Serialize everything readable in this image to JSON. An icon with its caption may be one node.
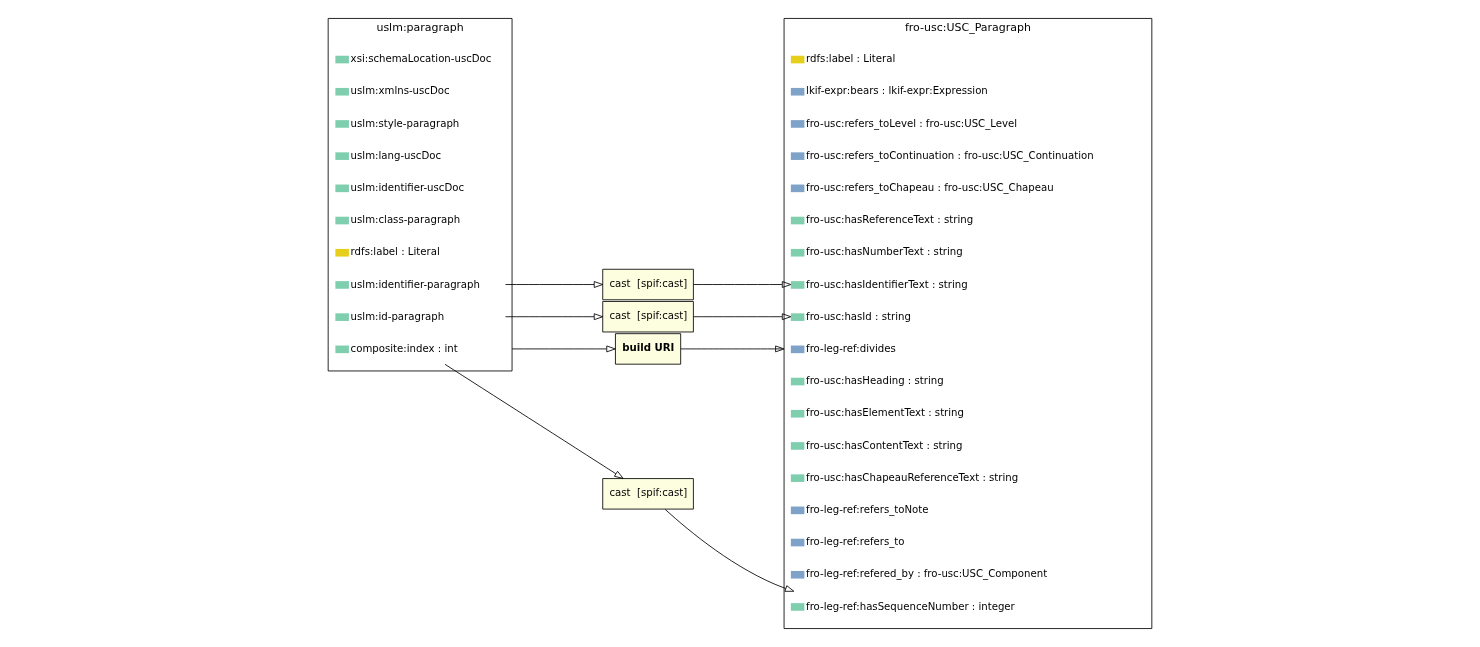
{
  "diagram": {
    "nodes": [
      {
        "text": [
          "uslm:paragraph"
        ]
      },
      {
        "text": [
          "composite:index : int"
        ],
        "in": 0
      },
      {
        "text": [
          "uslm:id-paragraph"
        ],
        "in": 0
      },
      {
        "text": [
          "uslm:identifier-paragraph"
        ],
        "in": 0
      },
      {
        "text": [
          "rdfs:label : Literal"
        ],
        "in": 0
      },
      {
        "text": [
          "uslm:class-paragraph"
        ],
        "in": 0
      },
      {
        "text": [
          "uslm:identifier-uscDoc"
        ],
        "in": 0
      },
      {
        "text": [
          "uslm:lang-uscDoc"
        ],
        "in": 0
      },
      {
        "text": [
          "uslm:style-paragraph"
        ],
        "in": 0
      },
      {
        "text": [
          "uslm:xmlns-uscDoc"
        ],
        "in": 0
      },
      {
        "text": [
          "xsi:schemaLocation-uscDoc"
        ],
        "in": 0
      },
      {
        "text": [
          "build URI"
        ]
      },
      {
        "text": [
          "cast  [spif:cast]"
        ]
      },
      {
        "text": [
          "cast  [spif:cast]"
        ]
      },
      {
        "text": [
          "cast  [spif:cast]"
        ]
      },
      {
        "text": [
          "fro-usc:USC_Paragraph"
        ]
      },
      {
        "text": [
          "fro-leg-ref:divides"
        ],
        "in": 15
      },
      {
        "text": [
          "fro-leg-ref:hasSequenceNumber : integer"
        ],
        "in": 15
      },
      {
        "text": [
          "fro-leg-ref:refered_by : fro-usc:USC_Component"
        ],
        "in": 15
      },
      {
        "text": [
          "fro-leg-ref:refers_to"
        ],
        "in": 15
      },
      {
        "text": [
          "fro-leg-ref:refers_toNote"
        ],
        "in": 15
      },
      {
        "text": [
          "fro-usc:hasChapeauReferenceText : string"
        ],
        "in": 15
      },
      {
        "text": [
          "fro-usc:hasContentText : string"
        ],
        "in": 15
      },
      {
        "text": [
          "fro-usc:hasElementText : string"
        ],
        "in": 15
      },
      {
        "text": [
          "fro-usc:hasHeading : string"
        ],
        "in": 15
      },
      {
        "text": [
          "fro-usc:hasId : string"
        ],
        "in": 15
      },
      {
        "text": [
          "fro-usc:hasIdentifierText : string"
        ],
        "in": 15
      },
      {
        "text": [
          "fro-usc:hasNumberText : string"
        ],
        "in": 15
      },
      {
        "text": [
          "fro-usc:hasReferenceText : string"
        ],
        "in": 15
      },
      {
        "text": [
          "fro-usc:refers_toChapeau : fro-usc:USC_Chapeau"
        ],
        "in": 15
      },
      {
        "text": [
          "fro-usc:refers_toContinuation : fro-usc:USC_Continuation"
        ],
        "in": 15
      },
      {
        "text": [
          "fro-usc:refers_toLevel : fro-usc:USC_Level"
        ],
        "in": 15
      },
      {
        "text": [
          "lkif-expr:bears : lkif-expr:Expression"
        ],
        "in": 15
      },
      {
        "text": [
          "rdfs:label : Literal"
        ],
        "in": 15
      }
    ],
    "edges": [
      {
        "from": 0,
        "to": 11,
        "arrow": "to"
      },
      {
        "from": 11,
        "to": 15,
        "arrow": "to"
      },
      {
        "from": 1,
        "to": 12,
        "arrow": "to"
      },
      {
        "from": 12,
        "to": 17,
        "arrow": "to"
      },
      {
        "from": 2,
        "to": 13,
        "arrow": "to"
      },
      {
        "from": 13,
        "to": 25,
        "arrow": "to"
      },
      {
        "from": 3,
        "to": 14,
        "arrow": "to"
      },
      {
        "from": 14,
        "to": 26,
        "arrow": "to"
      }
    ]
  }
}
